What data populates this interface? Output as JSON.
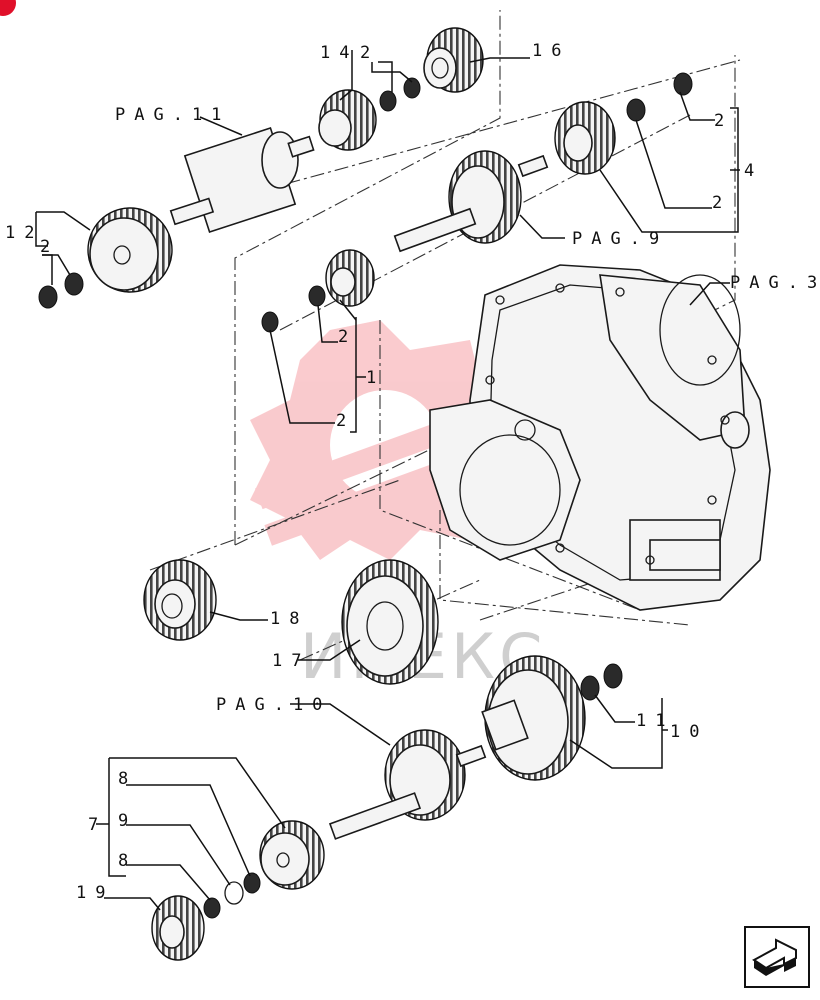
{
  "watermark": {
    "text": "ИМЕКС",
    "color": "#f06a72"
  },
  "accent_color": "#e0102a",
  "callouts": [
    {
      "id": "c16",
      "text": "16"
    },
    {
      "id": "c14",
      "text": "14"
    },
    {
      "id": "c2a",
      "text": "2"
    },
    {
      "id": "cpag11",
      "text": "PAG.11"
    },
    {
      "id": "c21",
      "text": "2"
    },
    {
      "id": "c4",
      "text": "4"
    },
    {
      "id": "c22",
      "text": "2"
    },
    {
      "id": "cpag9",
      "text": "PAG.9"
    },
    {
      "id": "c12",
      "text": "12"
    },
    {
      "id": "c2b",
      "text": "2"
    },
    {
      "id": "cpag3",
      "text": "PAG.3"
    },
    {
      "id": "c2c",
      "text": "2"
    },
    {
      "id": "c1",
      "text": "1"
    },
    {
      "id": "c2d",
      "text": "2"
    },
    {
      "id": "c18",
      "text": "18"
    },
    {
      "id": "c17",
      "text": "17"
    },
    {
      "id": "cpag10",
      "text": "PAG.10"
    },
    {
      "id": "c11",
      "text": "11"
    },
    {
      "id": "c10",
      "text": "10"
    },
    {
      "id": "c8a",
      "text": "8"
    },
    {
      "id": "c7",
      "text": "7"
    },
    {
      "id": "c9",
      "text": "9"
    },
    {
      "id": "c8b",
      "text": "8"
    },
    {
      "id": "c19",
      "text": "19"
    }
  ],
  "nav": {
    "icon": "next-page-arrow-icon"
  }
}
